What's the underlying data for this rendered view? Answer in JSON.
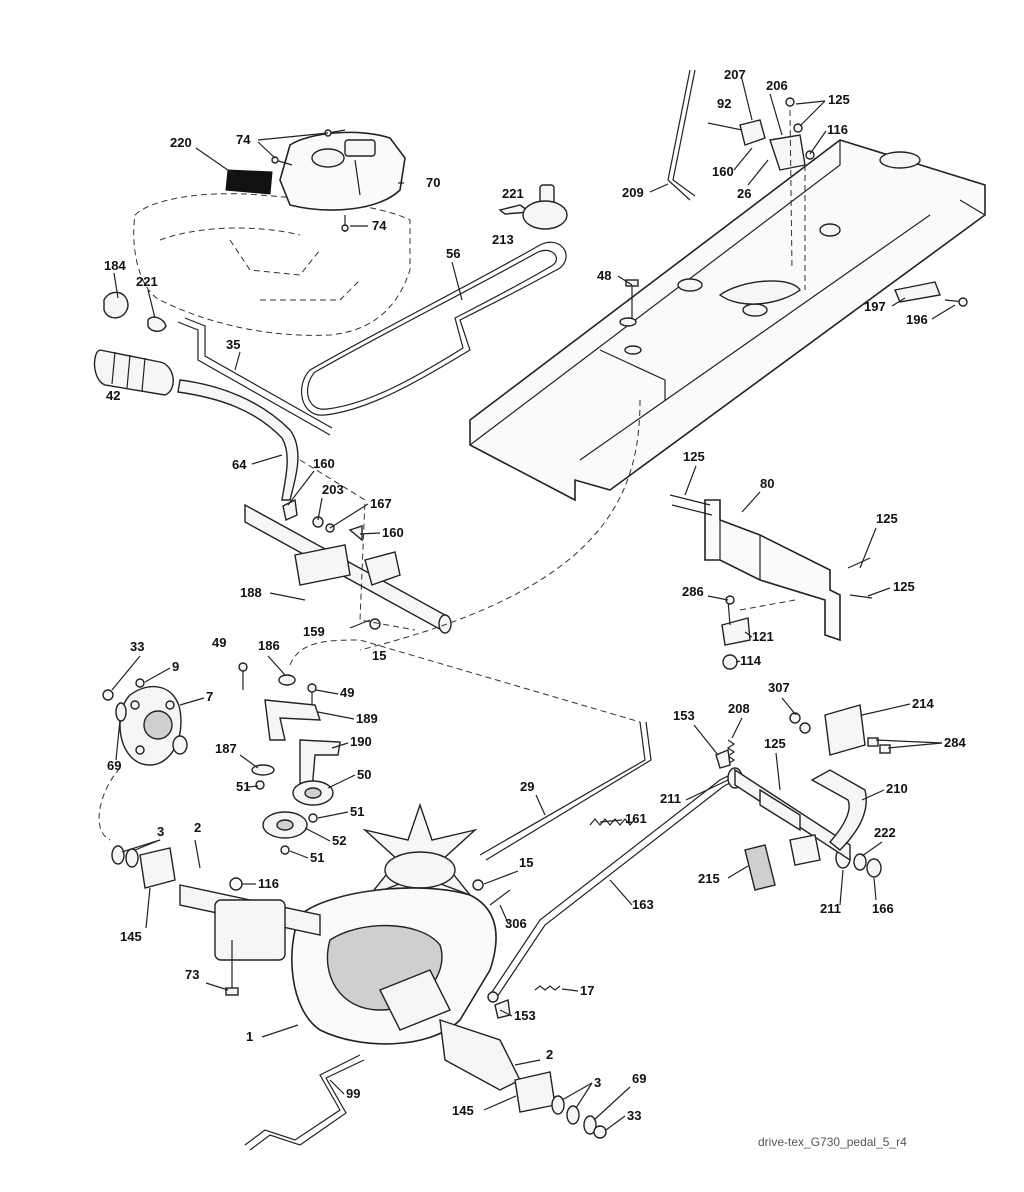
{
  "diagram": {
    "caption": "drive-tex_G730_pedal_5_r4",
    "labels": [
      "220",
      "74",
      "70",
      "74",
      "184",
      "221",
      "42",
      "35",
      "56",
      "221",
      "213",
      "207",
      "92",
      "206",
      "125",
      "116",
      "160",
      "26",
      "209",
      "48",
      "197",
      "196",
      "64",
      "160",
      "203",
      "167",
      "160",
      "188",
      "159",
      "15",
      "125",
      "80",
      "125",
      "125",
      "286",
      "121",
      "114",
      "33",
      "9",
      "7",
      "69",
      "49",
      "186",
      "49",
      "189",
      "187",
      "190",
      "50",
      "51",
      "51",
      "52",
      "51",
      "153",
      "208",
      "307",
      "214",
      "284",
      "29",
      "161",
      "125",
      "211",
      "210",
      "222",
      "3",
      "2",
      "145",
      "116",
      "15",
      "306",
      "215",
      "211",
      "166",
      "163",
      "73",
      "17",
      "153",
      "1",
      "2",
      "99",
      "3",
      "69",
      "145",
      "33"
    ]
  }
}
